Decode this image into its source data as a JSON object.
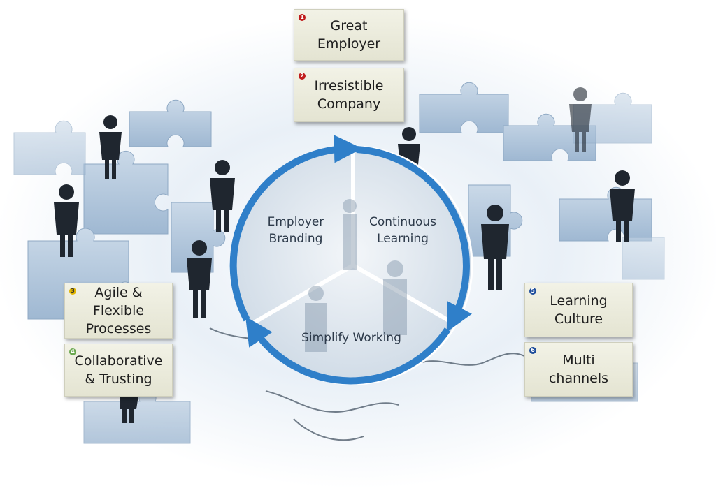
{
  "boxes": [
    {
      "badge": "1",
      "text": "Great\nEmployer"
    },
    {
      "badge": "2",
      "text": "Irresistible\nCompany"
    },
    {
      "badge": "3",
      "text": "Agile &\nFlexible\nProcesses"
    },
    {
      "badge": "4",
      "text": "Collaborative\n& Trusting"
    },
    {
      "badge": "5",
      "text": "Learning\nCulture"
    },
    {
      "badge": "6",
      "text": "Multi\nchannels"
    }
  ],
  "segments": {
    "employer_branding": "Employer\nBranding",
    "continuous_learning": "Continuous\nLearning",
    "simplify_working": "Simplify Working"
  },
  "colors": {
    "arrow": "#2f7fc9",
    "puzzle": "#b9cde2",
    "silhouette": "#1f262f",
    "box_fill": "#ecece0"
  }
}
